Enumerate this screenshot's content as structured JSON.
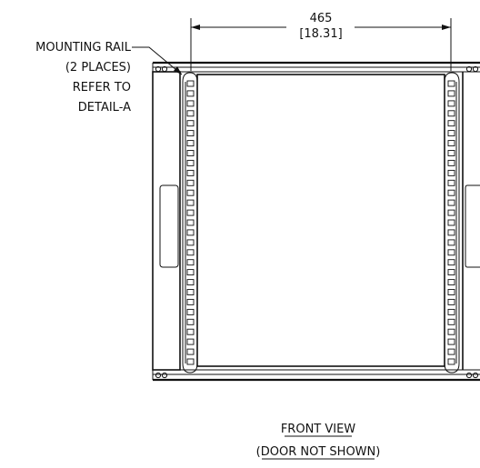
{
  "dimension": {
    "metric": "465",
    "imperial": "[18.31]"
  },
  "callout": {
    "line1": "MOUNTING RAIL",
    "line2": "(2 PLACES)",
    "line3": "REFER TO",
    "line4": "DETAIL-A"
  },
  "caption": {
    "title": "FRONT VIEW",
    "subtitle": "(DOOR NOT SHOWN)"
  },
  "rails": {
    "count": 2,
    "slots_per_rail": 29
  },
  "colors": {
    "line": "#111111",
    "background": "#ffffff"
  }
}
